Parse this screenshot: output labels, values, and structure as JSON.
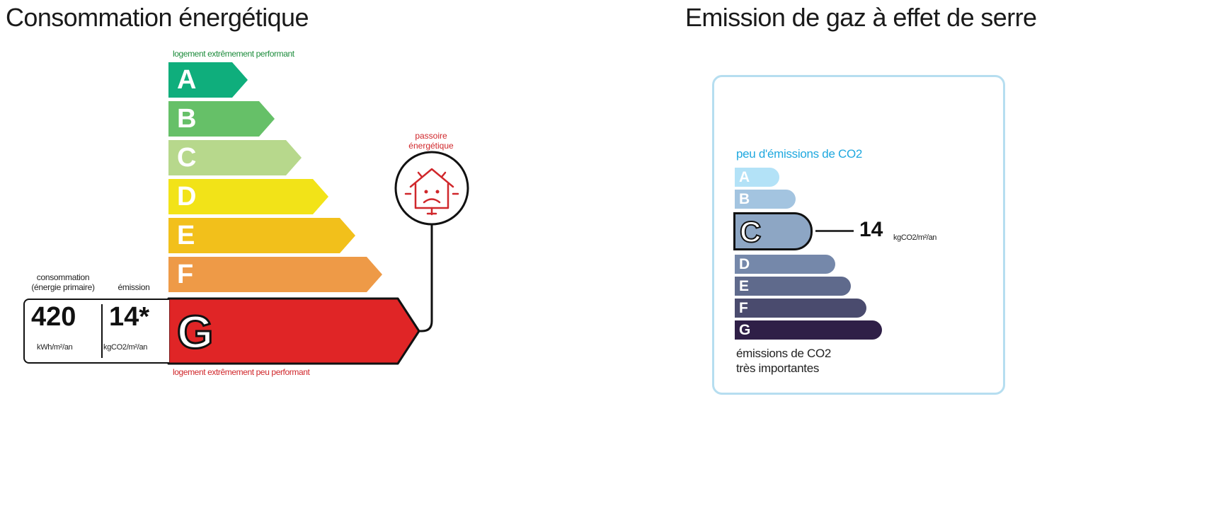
{
  "energy": {
    "title": "Consommation énergétique",
    "top_label": "logement extrêmement performant",
    "bottom_label": "logement extrêmement peu performant",
    "classes": [
      {
        "label": "A",
        "color": "#0fae7c"
      },
      {
        "label": "B",
        "color": "#66c068"
      },
      {
        "label": "C",
        "color": "#b7d88c"
      },
      {
        "label": "D",
        "color": "#f2e318"
      },
      {
        "label": "E",
        "color": "#f2c01b"
      },
      {
        "label": "F",
        "color": "#ee9a47"
      },
      {
        "label": "G",
        "color": "#e02526"
      }
    ],
    "current_class": "G",
    "consumption_label_line1": "consommation",
    "consumption_label_line2": "(énergie primaire)",
    "emission_label": "émission",
    "consumption_value": "420",
    "consumption_unit": "kWh/m²/an",
    "emission_value": "14*",
    "emission_unit": "kgCO2/m²/an",
    "passoire_label_line1": "passoire",
    "passoire_label_line2": "énergétique",
    "passoire_color": "#d0272b"
  },
  "ghg": {
    "title": "Emission de gaz à effet de serre",
    "top_label": "peu d'émissions de CO2",
    "bottom_label_line1": "émissions de CO2",
    "bottom_label_line2": "très importantes",
    "classes": [
      {
        "label": "A",
        "color": "#b3e2f7"
      },
      {
        "label": "B",
        "color": "#a3c4e0"
      },
      {
        "label": "C",
        "color": "#8da6c4"
      },
      {
        "label": "D",
        "color": "#7588aa"
      },
      {
        "label": "E",
        "color": "#5f6a8c"
      },
      {
        "label": "F",
        "color": "#4a4b6e"
      },
      {
        "label": "G",
        "color": "#2f1f47"
      }
    ],
    "current_class": "C",
    "value": "14",
    "unit": "kgCO2/m²/an",
    "frame_color": "#b6def0"
  }
}
